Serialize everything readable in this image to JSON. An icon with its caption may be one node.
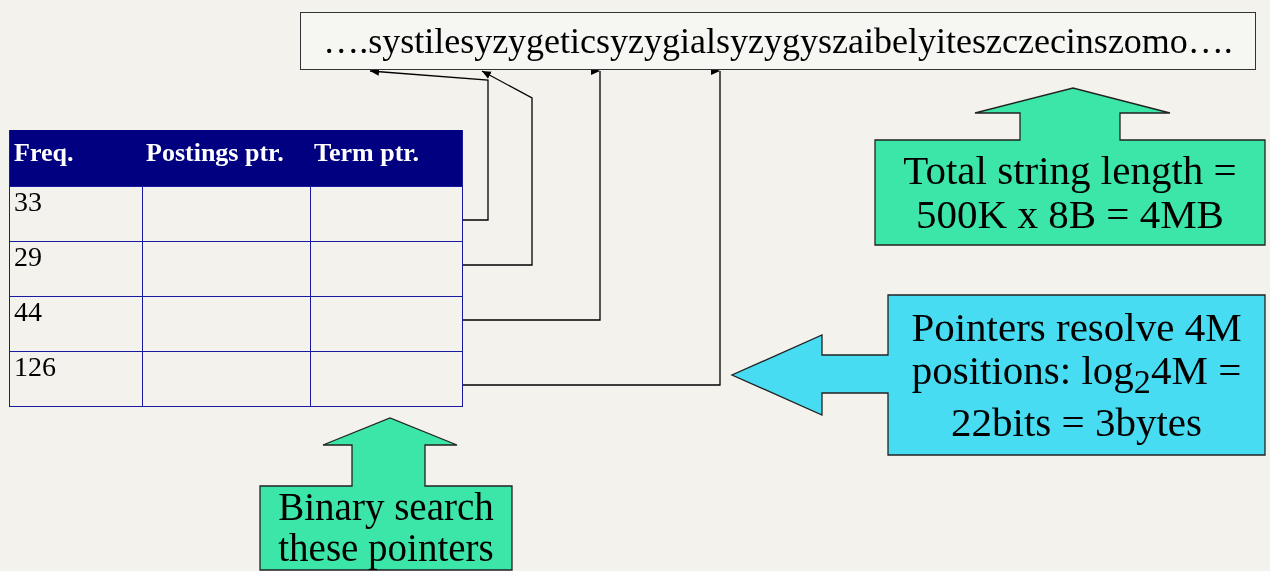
{
  "diagram": {
    "nodes": [
      {
        "text": [
          "….systilesyzygeticsyzygialsyzygyszaibelyiteszczecinszomo…."
        ]
      },
      {
        "text": [],
        "shape": "box"
      },
      {
        "text": [],
        "shape": "box"
      },
      {
        "text": [],
        "shape": "box"
      },
      {
        "text": [],
        "shape": "box"
      },
      {
        "text": [
          "Total string length = 500K x 8B = 4MB"
        ]
      },
      {
        "text": [
          "Pointers resolve 4M positions: log$_{2}$4M = 22bits = 3bytes"
        ]
      },
      {
        "text": [
          "Binary search these pointers"
        ]
      }
    ],
    "edges": [
      {
        "from": 1,
        "to": 0,
        "arrow": "to"
      },
      {
        "from": 2,
        "to": 0,
        "arrow": "to"
      },
      {
        "from": 3,
        "to": 0,
        "arrow": "to"
      },
      {
        "from": 4,
        "to": 0,
        "arrow": "to"
      }
    ],
    "labels": [
      "Freq.",
      "Postings ptr.",
      "Term ptr.",
      "33",
      "29",
      "44",
      "126"
    ]
  }
}
